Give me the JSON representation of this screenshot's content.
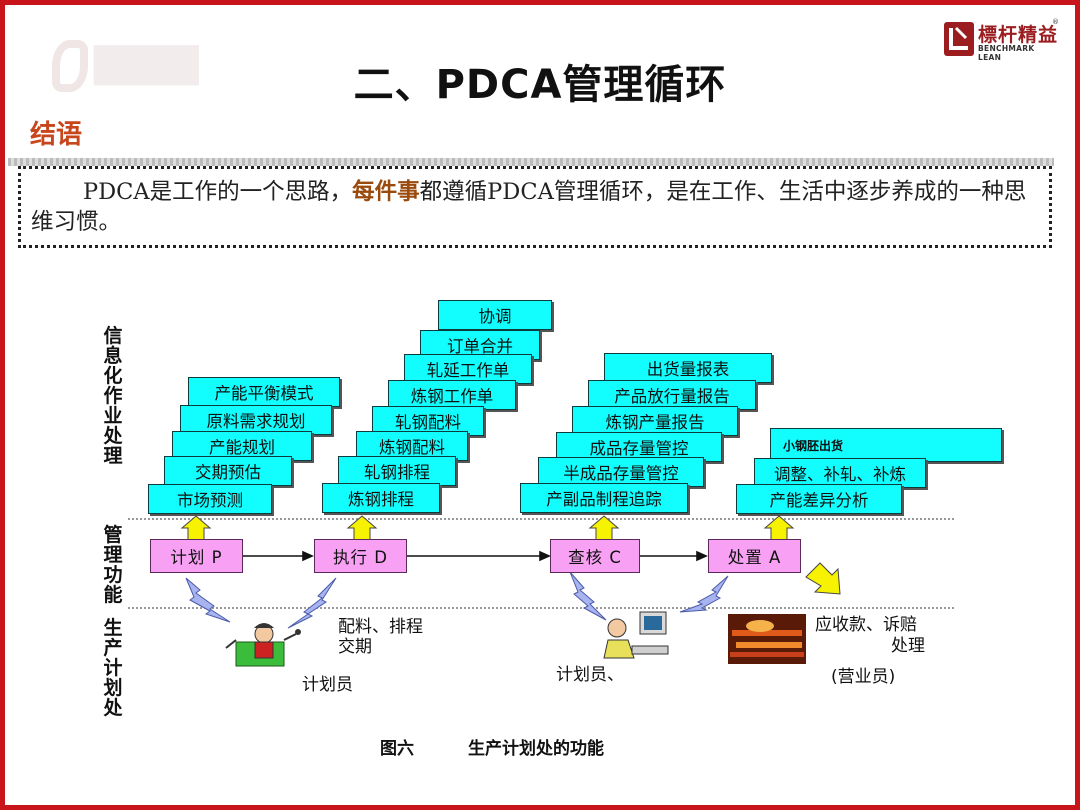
{
  "header": {
    "title": "二、PDCA管理循环",
    "logo_cn": "標杆精益",
    "logo_en": "BENCHMARK LEAN",
    "logo_mark": "®",
    "subheading": "结语"
  },
  "conclusion": {
    "text_before": "PDCA是工作的一个思路，",
    "highlight": "每件事",
    "text_after": "都遵循PDCA管理循环，是在工作、生活中逐步养成的一种思维习惯。"
  },
  "diagram": {
    "row_labels": {
      "info": "信息化作业处理",
      "mgmt": "管理功能",
      "prod": "生产计划处"
    },
    "plan_stack": [
      "市场预测",
      "交期预估",
      "产能规划",
      "原料需求规划",
      "产能平衡模式"
    ],
    "do_stack": [
      "炼钢排程",
      "轧钢排程",
      "炼钢配料",
      "轧钢配料",
      "炼钢工作单",
      "轧延工作单",
      "订单合并",
      "协调"
    ],
    "check_stack": [
      "产副品制程追踪",
      "半成品存量管控",
      "成品存量管控",
      "炼钢产量报告",
      "产品放行量报告",
      "出货量报表"
    ],
    "act_stack": [
      "产能差异分析",
      "调整、补轧、补炼",
      "小钢胚出货"
    ],
    "functions": [
      "计划 P",
      "执行 D",
      "查核 C",
      "处置 A"
    ],
    "notes": {
      "do_note_1": "配料、排程",
      "do_note_2": "交期",
      "planner_1": "计划员",
      "planner_2": "计划员、",
      "act_note_1": "应收款、诉赔",
      "act_note_2": "处理",
      "sales": "(营业员)"
    },
    "caption_num": "图六",
    "caption_text": "生产计划处的功能"
  },
  "colors": {
    "frame": "#c8151b",
    "cyan_box": "#12fefe",
    "pink_box": "#f7a0f4",
    "arrow_yellow": "#f7f200",
    "highlight": "#9a4a0c",
    "subheading": "#c8461b"
  }
}
